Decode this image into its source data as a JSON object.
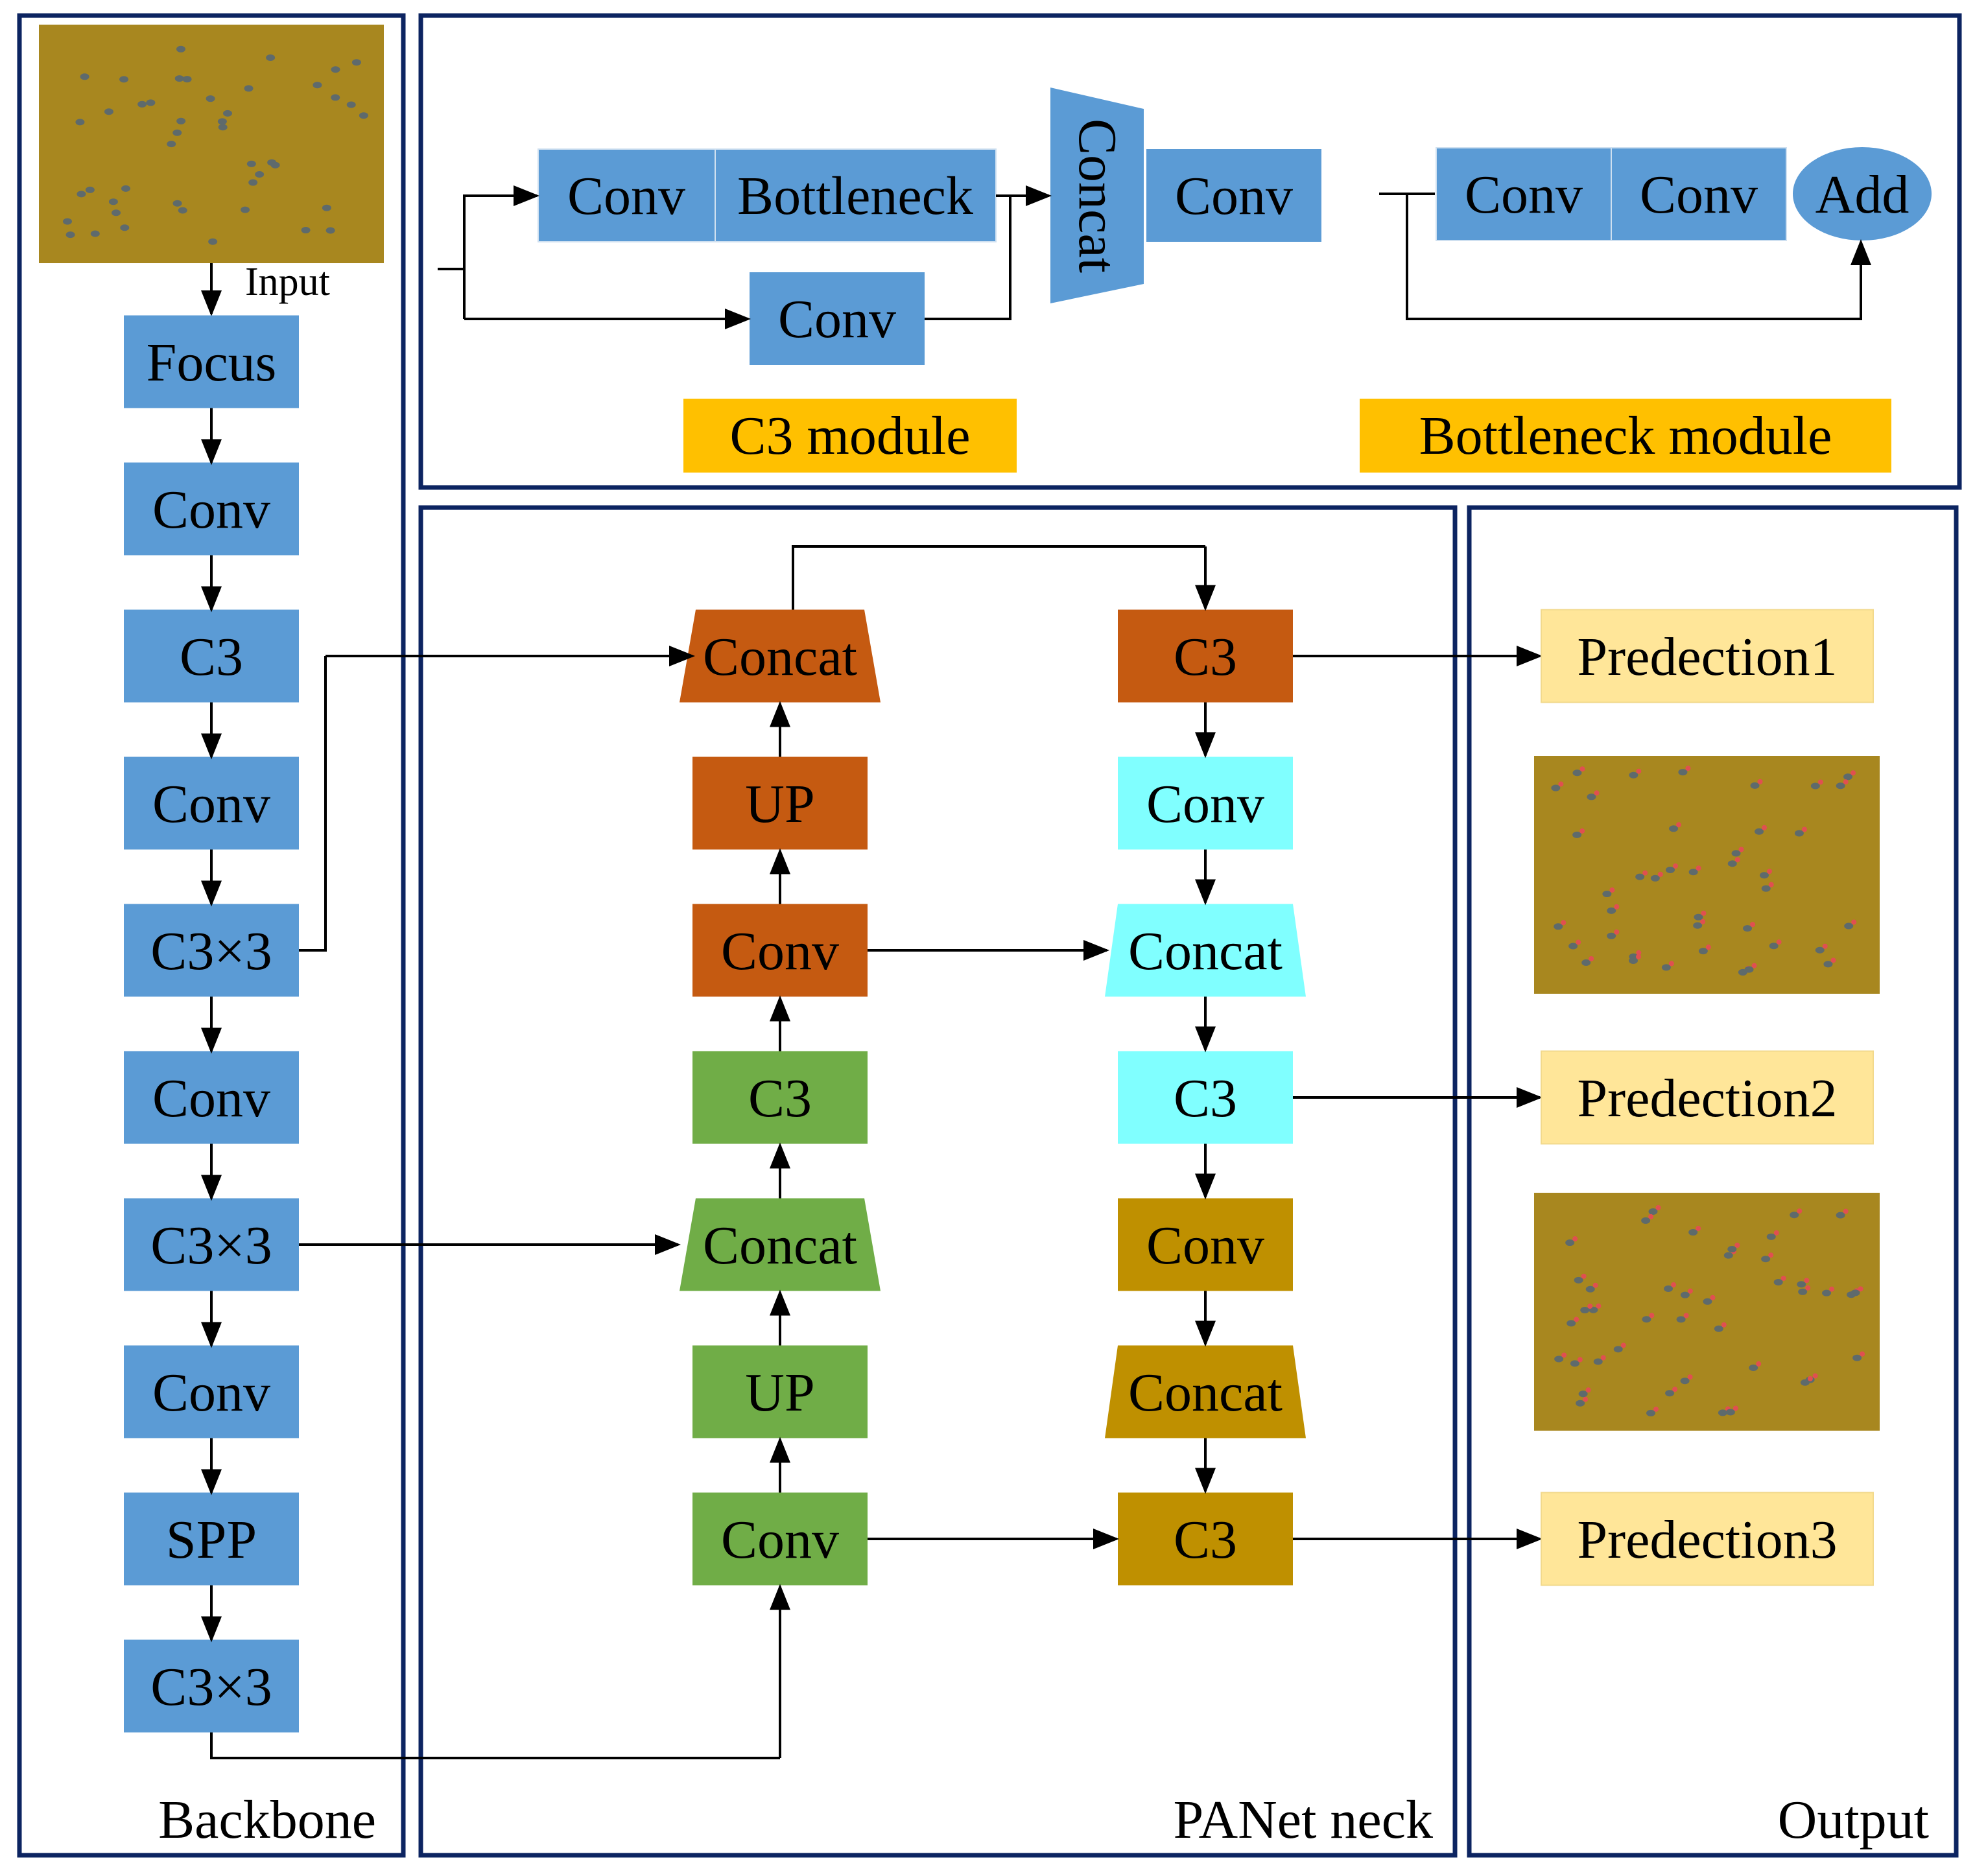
{
  "colors": {
    "frame": "#0c2461",
    "backbone_blue": "#5b9bd5",
    "orange": "#c55a11",
    "green": "#70ad47",
    "cyan": "#80ffff",
    "gold": "#bf9000",
    "prediction_fill": "#ffe699",
    "module_label_fill": "#ffc000",
    "photo_background": "#a8871f"
  },
  "sections": {
    "backbone": "Backbone",
    "neck": "PANet neck",
    "output": "Output"
  },
  "backbone": {
    "input_label": "Input",
    "layers": [
      "Focus",
      "Conv",
      "C3",
      "Conv",
      "C3×3",
      "Conv",
      "C3×3",
      "Conv",
      "SPP",
      "C3×3"
    ]
  },
  "modules": {
    "c3": {
      "title": "C3 module",
      "conv_top": "Conv",
      "bottleneck": "Bottleneck",
      "conv_bottom": "Conv",
      "concat": "Concat",
      "conv_out": "Conv"
    },
    "bottleneck": {
      "title": "Bottleneck module",
      "conv1": "Conv",
      "conv2": "Conv",
      "add": "Add"
    }
  },
  "neck": {
    "left_column": [
      "Concat",
      "UP",
      "Conv",
      "C3",
      "Concat",
      "UP",
      "Conv"
    ],
    "right_column": [
      "C3",
      "Conv",
      "Concat",
      "C3",
      "Conv",
      "Concat",
      "C3"
    ]
  },
  "output": {
    "predictions": [
      "Predection1",
      "Predection2",
      "Predection3"
    ]
  }
}
